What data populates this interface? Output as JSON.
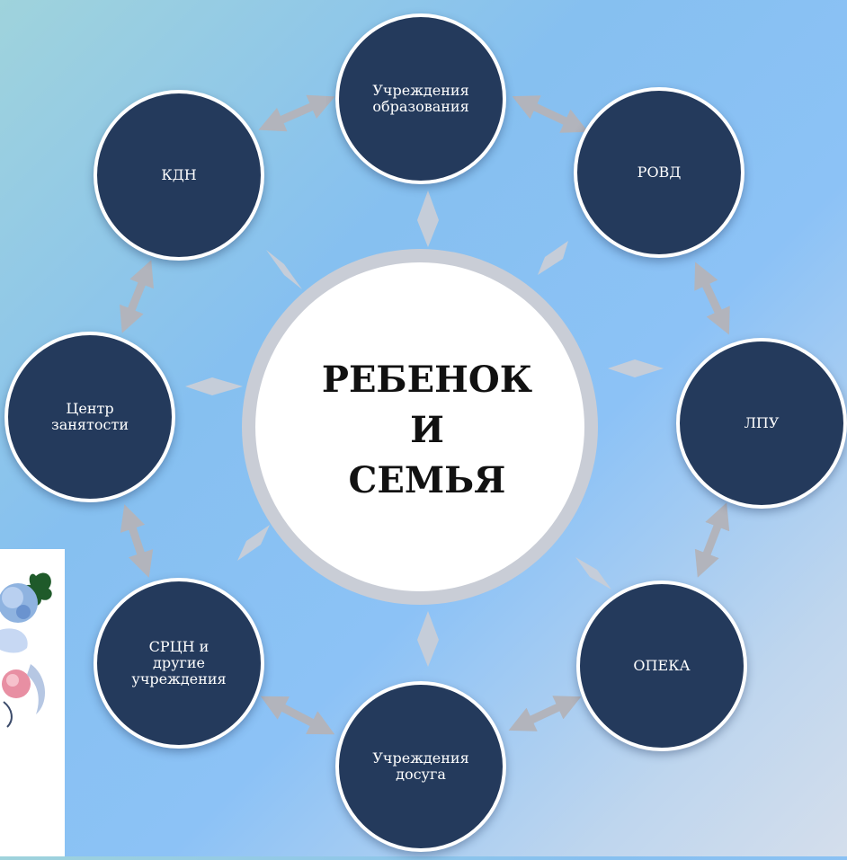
{
  "center": {
    "label": "РЕБЕНОК\nИ\nСЕМЬЯ"
  },
  "nodes": [
    {
      "id": "education",
      "label": "Учреждения\nобразования"
    },
    {
      "id": "rovd",
      "label": "РОВД"
    },
    {
      "id": "lpu",
      "label": "ЛПУ"
    },
    {
      "id": "opeka",
      "label": "ОПЕКА"
    },
    {
      "id": "leisure",
      "label": "Учреждения\nдосуга"
    },
    {
      "id": "srcn",
      "label": "СРЦН и\nдругие\nучреждения"
    },
    {
      "id": "employment",
      "label": "Центр\nзанятости"
    },
    {
      "id": "kdn",
      "label": "КДН"
    }
  ],
  "colors": {
    "node_fill": "#243a5c",
    "node_border": "#ffffff",
    "center_fill": "#ffffff",
    "center_ring": "#c9cdd6",
    "arrow": "#b2b4bc",
    "connector": "#c5cdd9"
  },
  "icons": {
    "decoration": "flower-sticker-icon"
  }
}
